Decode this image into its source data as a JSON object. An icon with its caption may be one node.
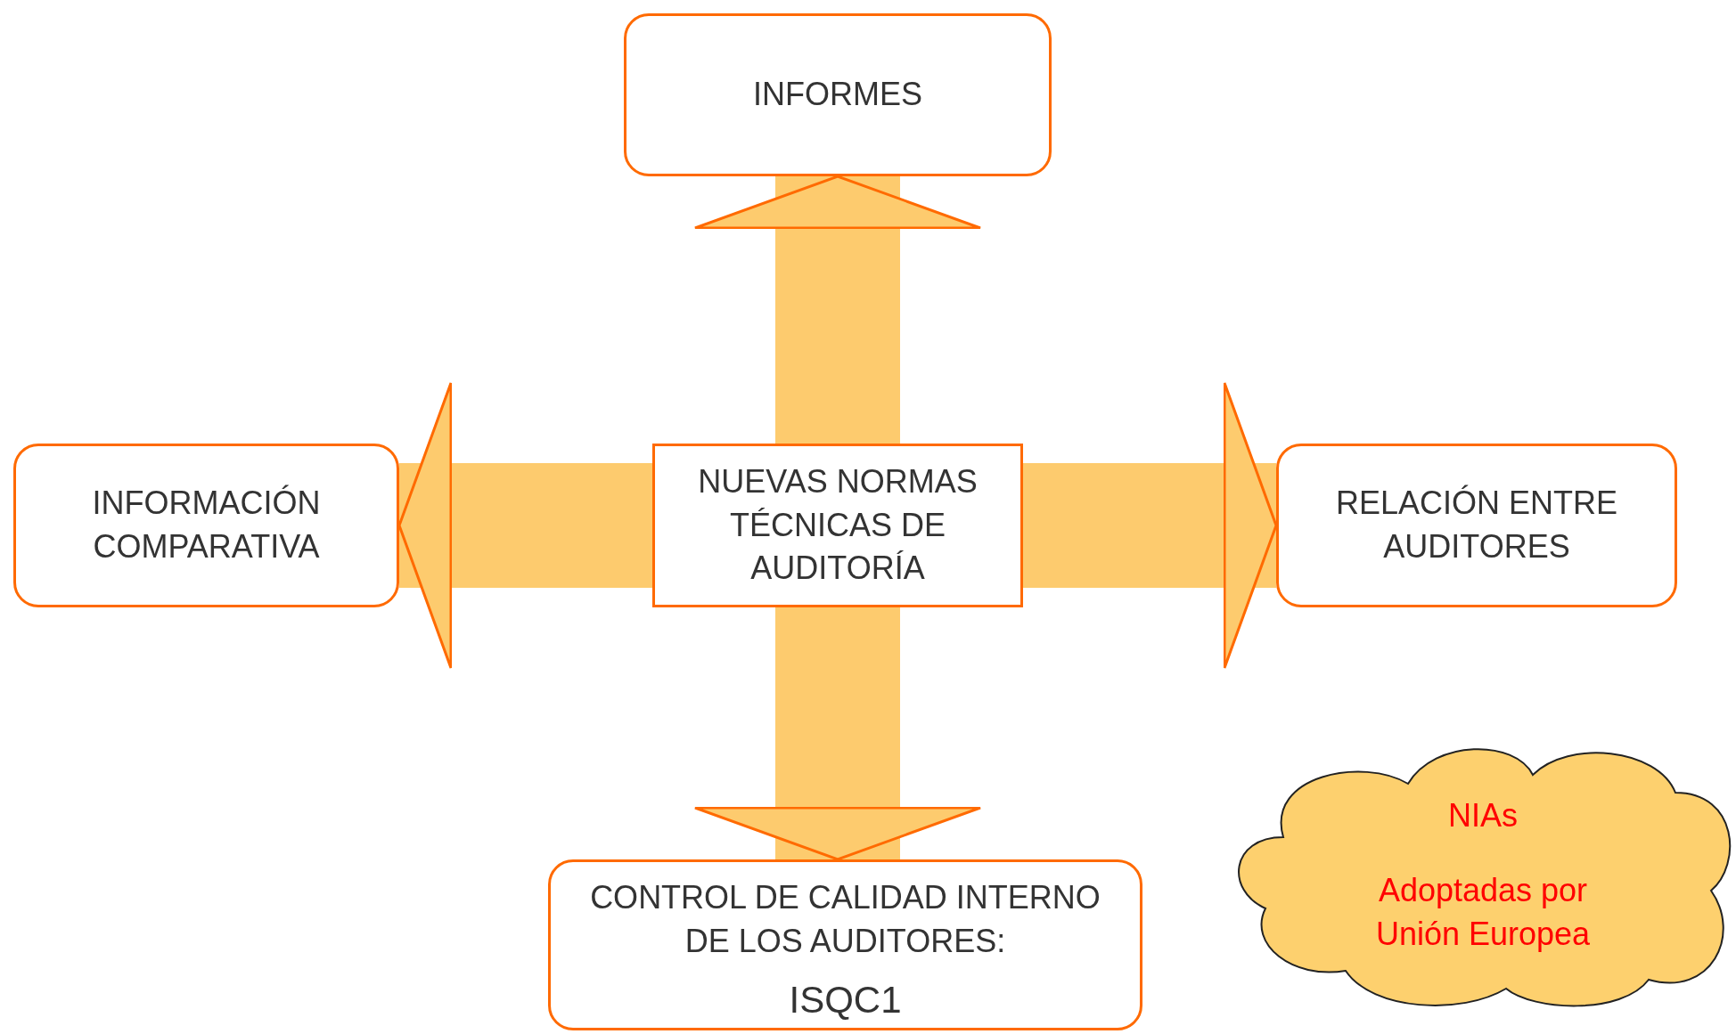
{
  "diagram": {
    "nodes": [
      {
        "text": [
          "INFORMES"
        ]
      },
      {
        "text": [
          "INFORMACIÓN COMPARATIVA"
        ]
      },
      {
        "text": [
          "NUEVAS NORMAS TÉCNICAS DE AUDITORÍA"
        ]
      },
      {
        "text": [
          "RELACIÓN ENTRE AUDITORES"
        ]
      },
      {
        "text": [
          "CONTROL DE CALIDAD INTERNO DE LOS AUDITORES:",
          "ISQC1"
        ]
      },
      {
        "text": [
          "NIAs",
          "Adoptadas por Unión Europea"
        ]
      }
    ],
    "edges": [
      {
        "from": 2,
        "to": 0,
        "arrow": "to"
      },
      {
        "from": 2,
        "to": 1,
        "arrow": "to"
      },
      {
        "from": 2,
        "to": 3,
        "arrow": "to"
      },
      {
        "from": 2,
        "to": 4,
        "arrow": "to"
      }
    ]
  }
}
